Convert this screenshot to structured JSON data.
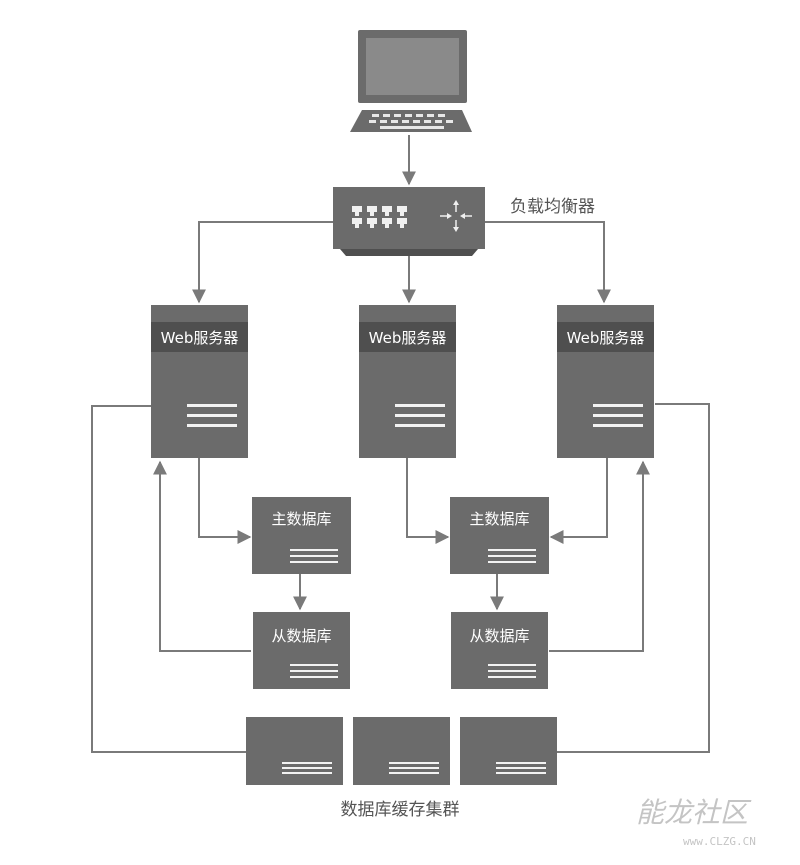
{
  "load_balancer": {
    "label": "负载均衡器"
  },
  "web_servers": [
    {
      "label": "Web服务器"
    },
    {
      "label": "Web服务器"
    },
    {
      "label": "Web服务器"
    }
  ],
  "databases": {
    "master_label": "主数据库",
    "slave_label": "从数据库"
  },
  "cache_cluster": {
    "label": "数据库缓存集群"
  },
  "watermark": {
    "text": "能龙社区",
    "url": "www.CLZG.CN"
  },
  "colors": {
    "box": "#6b6b6b",
    "line": "#7a7a7a",
    "text": "#555555"
  }
}
